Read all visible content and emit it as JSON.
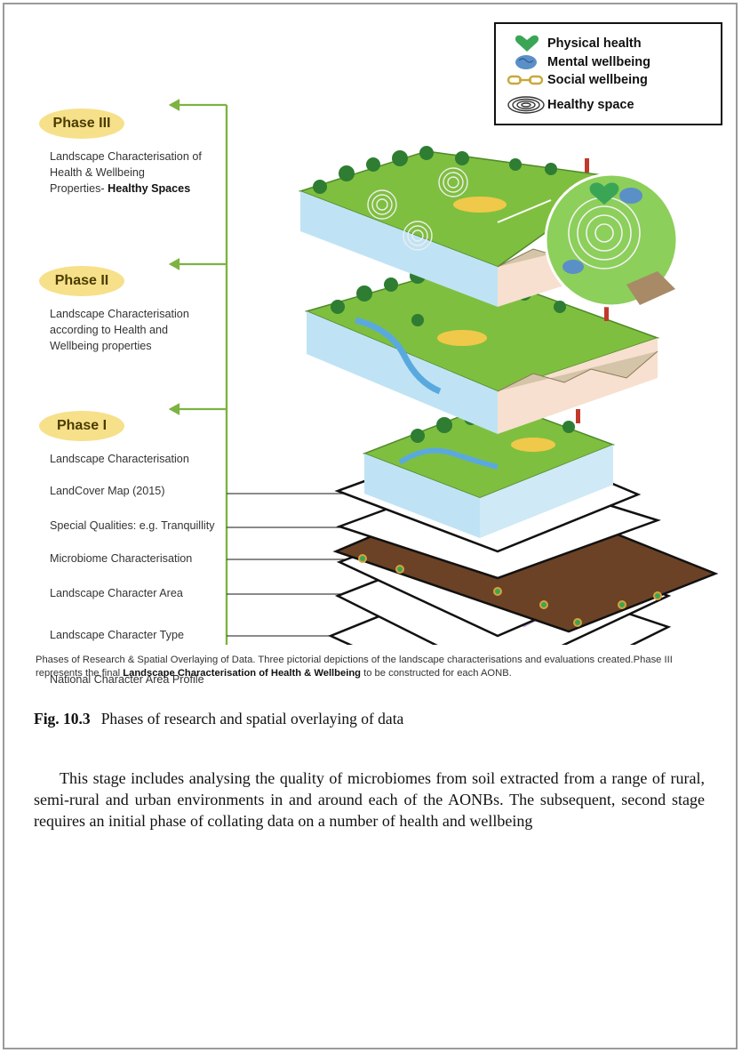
{
  "legend": {
    "items": [
      {
        "label": "Physical health",
        "icon": "green-heart-icon",
        "color": "#3aa655"
      },
      {
        "label": "Mental wellbeing",
        "icon": "blue-brain-icon",
        "color": "#5b8fc8"
      },
      {
        "label": "Social wellbeing",
        "icon": "chain-link-icon",
        "color": "#c8a93a"
      },
      {
        "label": "Healthy space",
        "icon": "concentric-rings-icon",
        "color": "#333333"
      }
    ]
  },
  "phases": [
    {
      "title": "Phase III",
      "desc_lines": [
        "Landscape Characterisation of",
        "Health & Wellbeing"
      ],
      "desc_tail": "Properties- ",
      "desc_bold": "Healthy Spaces"
    },
    {
      "title": "Phase II",
      "desc_lines": [
        "Landscape Characterisation",
        "according to Health and",
        "Wellbeing properties"
      ]
    },
    {
      "title": "Phase I",
      "desc_lines": [
        "Landscape Characterisation"
      ]
    }
  ],
  "layers": [
    "LandCover Map (2015)",
    "Special Qualities: e.g. Tranquillity",
    "Microbiome Characterisation",
    "Landscape Character Area",
    "Landscape Character Type",
    "National Character Area Profile"
  ],
  "figure_note": {
    "part1": "Phases of Research & Spatial Overlaying of Data. Three pictorial depictions of the landscape characterisations and evaluations created.Phase III represents the final ",
    "bold": "Landscape Characterisation of Health & Wellbeing",
    "part2": " to be constructed for each AONB."
  },
  "caption": {
    "number": "Fig. 10.3",
    "text": "Phases of research and spatial overlaying of data"
  },
  "body_text": "This stage includes analysing the quality of microbiomes from soil extracted from a range of rural, semi-rural and urban environments in and around each of the AONBs. The subsequent, second stage requires an initial phase of collating data on a number of health and wellbeing",
  "colors": {
    "pill": "#f7e08a",
    "timeline": "#7cb342",
    "land": "#7fbf3f",
    "soil": "#6b4226",
    "water": "#6ab4e0"
  }
}
